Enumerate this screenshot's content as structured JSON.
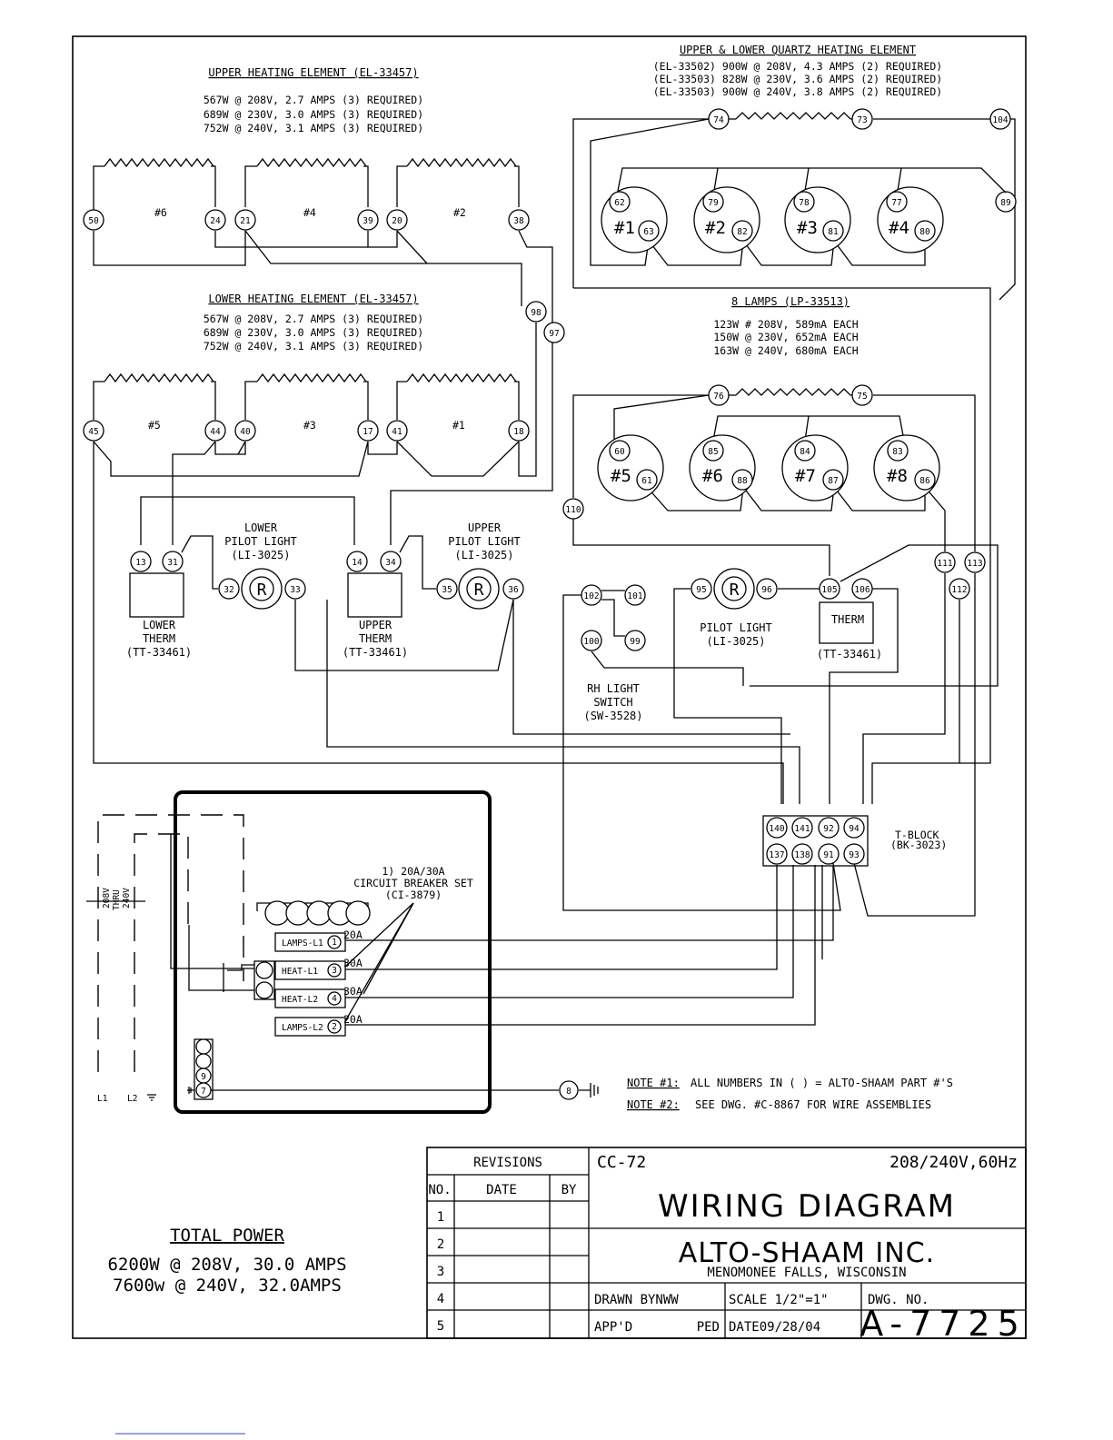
{
  "upper_heating": {
    "title": "UPPER HEATING ELEMENT (EL-33457)",
    "specs": [
      "567W @ 208V, 2.7 AMPS (3) REQUIRED)",
      "689W @ 230V, 3.0 AMPS (3) REQUIRED)",
      "752W @ 240V, 3.1 AMPS (3) REQUIRED)"
    ],
    "elements": [
      "#6",
      "#4",
      "#2"
    ],
    "terminals": [
      "50",
      "24",
      "21",
      "39",
      "20",
      "38"
    ]
  },
  "lower_heating": {
    "title": "LOWER HEATING ELEMENT (EL-33457)",
    "specs": [
      "567W @ 208V, 2.7 AMPS (3) REQUIRED)",
      "689W @ 230V, 3.0 AMPS (3) REQUIRED)",
      "752W @ 240V, 3.1 AMPS (3) REQUIRED)"
    ],
    "elements": [
      "#5",
      "#3",
      "#1"
    ],
    "terminals": [
      "45",
      "44",
      "40",
      "17",
      "41",
      "18"
    ]
  },
  "quartz": {
    "title": "UPPER & LOWER QUARTZ HEATING ELEMENT",
    "specs": [
      "(EL-33502) 900W @ 208V, 4.3 AMPS (2) REQUIRED)",
      "(EL-33503) 828W @ 230V, 3.6 AMPS (2) REQUIRED)",
      "(EL-33503) 900W @ 240V, 3.8 AMPS (2) REQUIRED)"
    ],
    "terminals": [
      "74",
      "73",
      "104",
      "89",
      "76",
      "75"
    ]
  },
  "lamps": {
    "title": "8 LAMPS (LP-33513)",
    "specs": [
      "123W # 208V, 589mA EACH",
      "150W @ 230V, 652mA EACH",
      "163W @ 240V, 680mA EACH"
    ],
    "row1": [
      {
        "label": "#1",
        "a": "62",
        "b": "63"
      },
      {
        "label": "#2",
        "a": "79",
        "b": "82"
      },
      {
        "label": "#3",
        "a": "78",
        "b": "81"
      },
      {
        "label": "#4",
        "a": "77",
        "b": "80"
      }
    ],
    "row2": [
      {
        "label": "#5",
        "a": "60",
        "b": "61"
      },
      {
        "label": "#6",
        "a": "85",
        "b": "88"
      },
      {
        "label": "#7",
        "a": "84",
        "b": "87"
      },
      {
        "label": "#8",
        "a": "83",
        "b": "86"
      }
    ]
  },
  "components": {
    "lower_therm": [
      "LOWER",
      "THERM",
      "(TT-33461)"
    ],
    "upper_therm": [
      "UPPER",
      "THERM",
      "(TT-33461)"
    ],
    "therm_right": [
      "THERM",
      "(TT-33461)"
    ],
    "lower_pilot": [
      "LOWER",
      "PILOT LIGHT",
      "(LI-3025)"
    ],
    "upper_pilot": [
      "UPPER",
      "PILOT LIGHT",
      "(LI-3025)"
    ],
    "pilot": [
      "PILOT LIGHT",
      "(LI-3025)"
    ],
    "rh_switch": [
      "RH LIGHT",
      "SWITCH",
      "(SW-3528)"
    ],
    "pilot_symbol": "R",
    "tblock": [
      "T-BLOCK",
      "(BK-3023)"
    ],
    "tblock_top": [
      "140",
      "141",
      "92",
      "94"
    ],
    "tblock_bottom": [
      "137",
      "138",
      "91",
      "93"
    ],
    "breaker_title": [
      "1) 20A/30A",
      "CIRCUIT BREAKER SET",
      "(CI-3879)"
    ],
    "breakers": [
      {
        "label": "LAMPS-L1",
        "num": "1",
        "amps": "20A"
      },
      {
        "label": "HEAT-L1",
        "num": "3",
        "amps": "30A"
      },
      {
        "label": "HEAT-L2",
        "num": "4",
        "amps": "30A"
      },
      {
        "label": "LAMPS-L2",
        "num": "2",
        "amps": "20A"
      }
    ],
    "terminal_block": [
      "9",
      "7"
    ],
    "ground_terminal": "8",
    "supply": {
      "l1": "L1",
      "l2": "L2",
      "voltage": [
        "208V",
        "THRU",
        "240V"
      ]
    }
  },
  "misc_terminals": {
    "therm_lower": [
      "13",
      "31"
    ],
    "pilot_lower": [
      "32",
      "33"
    ],
    "therm_upper": [
      "14",
      "34"
    ],
    "pilot_upper": [
      "35",
      "36"
    ],
    "switch": [
      "102",
      "101",
      "100",
      "99"
    ],
    "pilot": [
      "95",
      "96"
    ],
    "therm_right": [
      "105",
      "106"
    ],
    "wires": [
      "98",
      "97",
      "110",
      "111",
      "112",
      "113"
    ]
  },
  "notes": {
    "note1_label": "NOTE #1:",
    "note1_text": "ALL NUMBERS IN ( ) = ALTO-SHAAM PART #'S",
    "note2_label": "NOTE #2:",
    "note2_text": "SEE DWG. #C-8867 FOR WIRE ASSEMBLIES"
  },
  "total_power": {
    "title": "TOTAL POWER",
    "lines": [
      "6200W @ 208V, 30.0 AMPS",
      "7600w @ 240V, 32.0AMPS"
    ]
  },
  "title_block": {
    "revisions_label": "REVISIONS",
    "col_no": "NO.",
    "col_date": "DATE",
    "col_by": "BY",
    "rows": [
      "1",
      "2",
      "3",
      "4",
      "5"
    ],
    "model": "CC-72",
    "voltage": "208/240V,60Hz",
    "title": "WIRING DIAGRAM",
    "company": "ALTO-SHAAM INC.",
    "location": "MENOMONEE FALLS, WISCONSIN",
    "drawn": "DRAWN BYNWW",
    "scale": "SCALE 1/2\"=1\"",
    "dwg_label": "DWG. NO.",
    "appd": "APP'D",
    "appd_by": "PED",
    "date": "DATE09/28/04",
    "dwg_no": "A-7725"
  }
}
